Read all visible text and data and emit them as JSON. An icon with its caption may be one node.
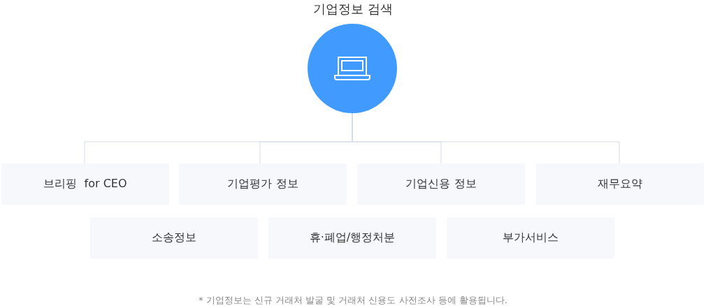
{
  "diagram": {
    "title": "기업정보 검색",
    "nodes": [
      {
        "text": [],
        "shape": "circle"
      },
      {
        "text": [
          "브리핑  for CEO"
        ]
      },
      {
        "text": [
          "기업평가 정보"
        ]
      },
      {
        "text": [
          "기업신용 정보"
        ]
      },
      {
        "text": [
          "재무요약"
        ]
      },
      {
        "text": [
          "소송정보"
        ]
      },
      {
        "text": [
          "휴·폐업/행정처분"
        ]
      },
      {
        "text": [
          "부가서비스"
        ]
      }
    ],
    "edges": [
      {
        "from": 0,
        "to": 1,
        "arrow": "none"
      },
      {
        "from": 0,
        "to": 2,
        "arrow": "none"
      },
      {
        "from": 0,
        "to": 3,
        "arrow": "none"
      },
      {
        "from": 0,
        "to": 4,
        "arrow": "none"
      }
    ],
    "caption": "* 기업정보는 신규 거래처 발굴 및 거래처 신용도 사전조사 등에 활용됩니다."
  }
}
